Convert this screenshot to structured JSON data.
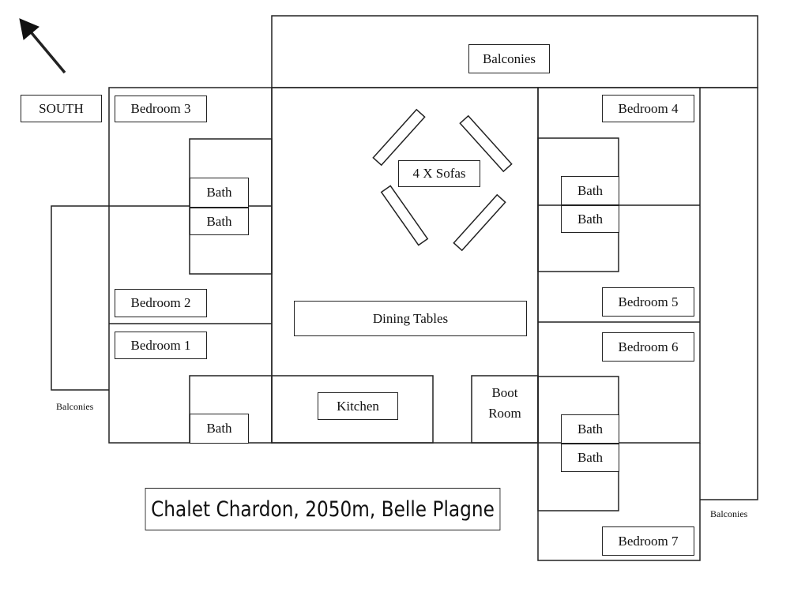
{
  "title": "Chalet Chardon, 2050m, Belle Plagne",
  "compass": {
    "label": "SOUTH",
    "icon": "arrow-northwest-icon"
  },
  "balconies": {
    "top": "Balconies",
    "left": "Balconies",
    "right": "Balconies"
  },
  "rooms": {
    "bedroom_1": "Bedroom 1",
    "bedroom_2": "Bedroom 2",
    "bedroom_3": "Bedroom 3",
    "bedroom_4": "Bedroom 4",
    "bedroom_5": "Bedroom 5",
    "bedroom_6": "Bedroom 6",
    "bedroom_7": "Bedroom 7",
    "bath": "Bath",
    "sofas": "4 X Sofas",
    "dining": "Dining Tables",
    "kitchen": "Kitchen",
    "boot_room_line1": "Boot",
    "boot_room_line2": "Room"
  },
  "colors": {
    "line": "#222222",
    "background": "#ffffff",
    "text": "#111111"
  }
}
